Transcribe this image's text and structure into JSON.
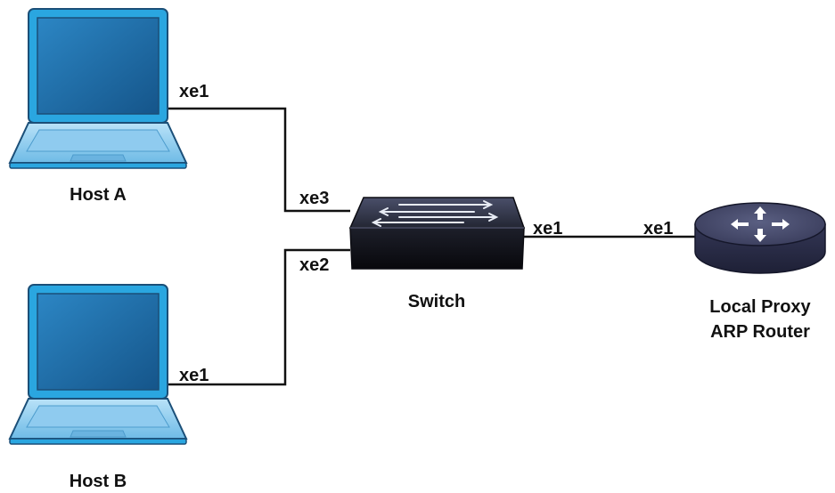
{
  "nodes": {
    "host_a": {
      "label": "Host A",
      "port": "xe1"
    },
    "host_b": {
      "label": "Host B",
      "port": "xe1"
    },
    "switch": {
      "label": "Switch",
      "port_a": "xe3",
      "port_b": "xe2",
      "port_router": "xe1"
    },
    "router": {
      "label_line1": "Local Proxy",
      "label_line2": "ARP Router",
      "port": "xe1"
    }
  },
  "colors": {
    "laptop_frame": "#2aa6e0",
    "laptop_screen": "#1f6fa8",
    "laptop_outline": "#1b4f78",
    "laptop_base": "#9dd3f2",
    "switch_body": "#1a1a24",
    "router_body": "#3a3d5c",
    "link": "#111111"
  }
}
